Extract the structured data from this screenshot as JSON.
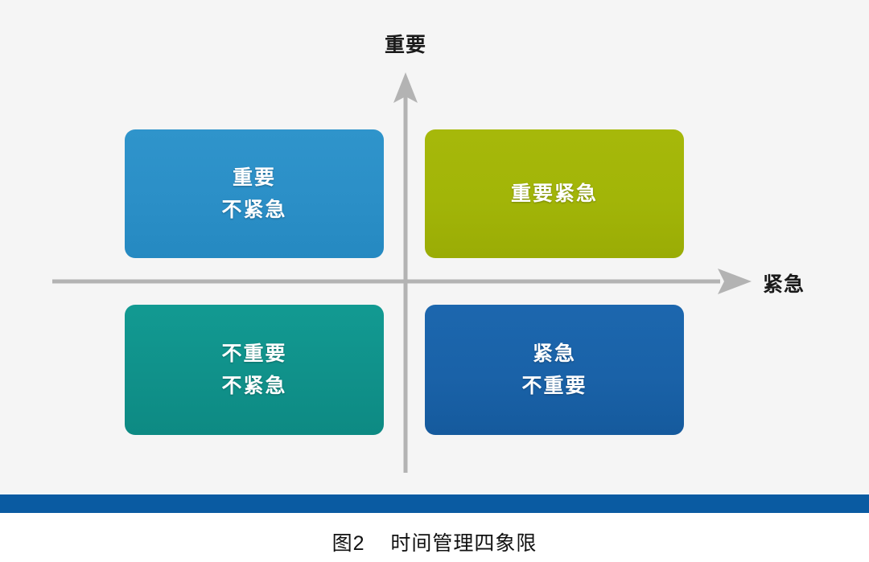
{
  "figure": {
    "background_color": "#f5f5f5",
    "caption": "图2    时间管理四象限",
    "rule_bar_color": "#0a5ba2"
  },
  "axes": {
    "vertical": {
      "label": "重要",
      "icon": "arrow-up-icon",
      "color": "#b3b3b3"
    },
    "horizontal": {
      "label": "紧急",
      "icon": "arrow-right-icon",
      "color": "#b3b3b3"
    }
  },
  "quadrants": [
    {
      "id": "important-not-urgent",
      "position": "top-left",
      "lines": [
        "重要",
        "不紧急"
      ],
      "color": "#2b8fc7",
      "shadow_color": "#1d6f9e"
    },
    {
      "id": "important-urgent",
      "position": "top-right",
      "lines": [
        "重要紧急"
      ],
      "color": "#a2b508",
      "shadow_color": "#7f8f06"
    },
    {
      "id": "not-important-not-urgent",
      "position": "bottom-left",
      "lines": [
        "不重要",
        "不紧急"
      ],
      "color": "#10918a",
      "shadow_color": "#0a6f69"
    },
    {
      "id": "urgent-not-important",
      "position": "bottom-right",
      "lines": [
        "紧急",
        "不重要"
      ],
      "color": "#1a62a8",
      "shadow_color": "#104c85"
    }
  ]
}
